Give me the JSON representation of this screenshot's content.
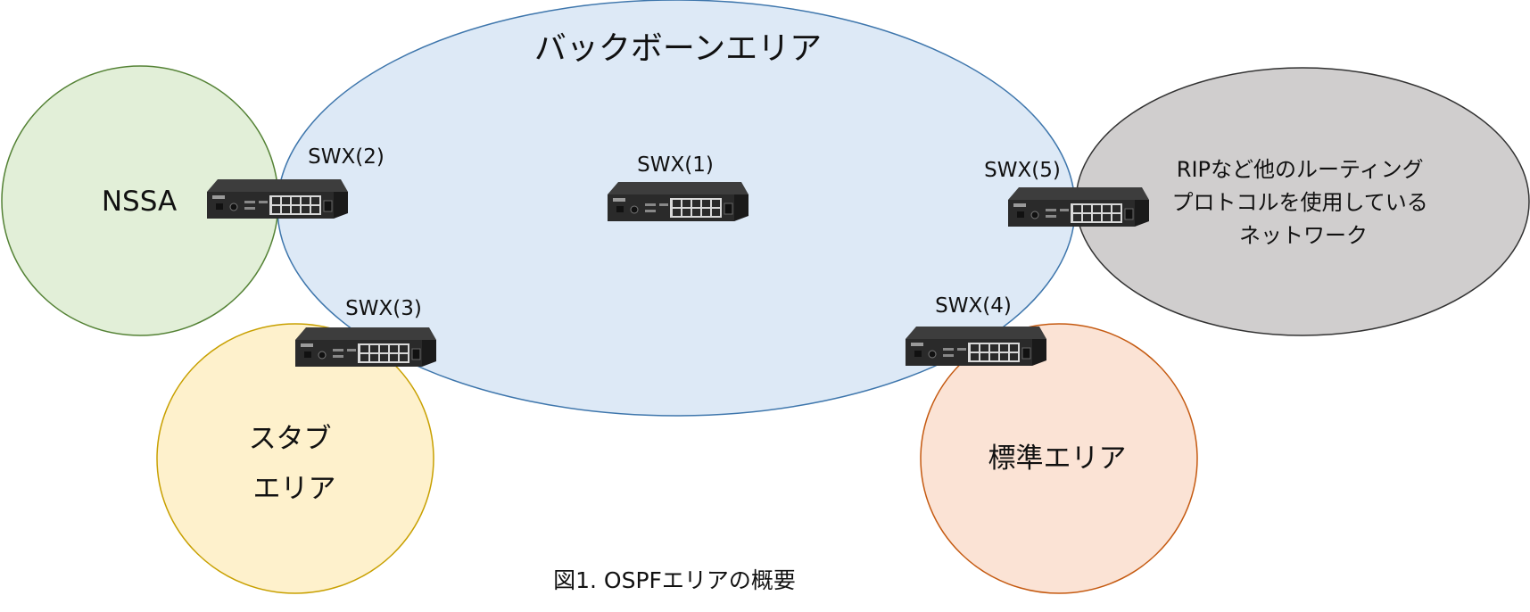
{
  "colors": {
    "backbone_fill": "#dde9f6",
    "backbone_stroke": "#3e76ac",
    "nssa_fill": "#e2efd8",
    "nssa_stroke": "#548235",
    "stub_fill": "#fef1cc",
    "stub_stroke": "#c8a000",
    "standard_fill": "#fbe3d5",
    "standard_stroke": "#c55a11",
    "rip_fill": "#d0cece",
    "rip_stroke": "#333333"
  },
  "areas": {
    "backbone": {
      "label": "バックボーンエリア"
    },
    "nssa": {
      "label": "NSSA"
    },
    "stub": {
      "label_lines": [
        "スタブ",
        "エリア"
      ]
    },
    "standard": {
      "label": "標準エリア"
    },
    "rip": {
      "label_lines": [
        "RIPなど他のルーティング",
        "プロトコルを使用している",
        "ネットワーク"
      ]
    }
  },
  "switches": [
    {
      "id": "swx1",
      "label": "SWX(1)",
      "icon": "network-switch-icon"
    },
    {
      "id": "swx2",
      "label": "SWX(2)",
      "icon": "network-switch-icon"
    },
    {
      "id": "swx3",
      "label": "SWX(3)",
      "icon": "network-switch-icon"
    },
    {
      "id": "swx4",
      "label": "SWX(4)",
      "icon": "network-switch-icon"
    },
    {
      "id": "swx5",
      "label": "SWX(5)",
      "icon": "network-switch-icon"
    }
  ],
  "caption": "図1. OSPFエリアの概要"
}
